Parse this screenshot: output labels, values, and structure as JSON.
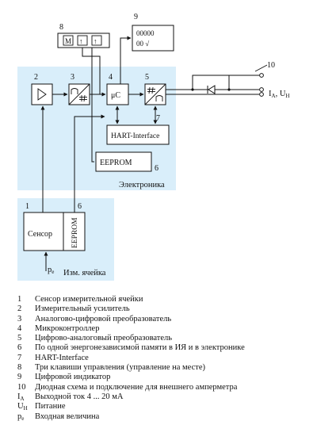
{
  "colors": {
    "panel": "#d9eefa",
    "box": "#ffffff",
    "stroke": "#111111"
  },
  "blocks": {
    "amplifier": {
      "number": "2"
    },
    "adc": {
      "number": "3"
    },
    "mcu": {
      "number": "4",
      "label": "μC"
    },
    "dac": {
      "number": "5"
    },
    "hart": {
      "number": "7",
      "label": "HART-Interface"
    },
    "eeprom_electronics": {
      "number": "6",
      "label": "EEPROM"
    },
    "keys": {
      "number": "8",
      "key1": "M",
      "key2": "↑",
      "key3": "↑"
    },
    "display": {
      "number": "9",
      "line1": "00000",
      "line2": "00 √"
    },
    "diode_circuit": {
      "number": "10"
    },
    "sensor": {
      "number": "1",
      "label": "Сенсор"
    },
    "eeprom_cell": {
      "number": "6",
      "label": "EEPROM"
    }
  },
  "panels": {
    "electronics_label": "Электроника",
    "cell_label": "Изм. ячейка"
  },
  "signals": {
    "output_main": "I",
    "output_sub_a": "A",
    "output_sep": ", U",
    "output_sub_h": "H",
    "input_main": "p",
    "input_sub": "e"
  },
  "legend": [
    {
      "num": "1",
      "text": "Сенсор измерительной ячейки"
    },
    {
      "num": "2",
      "text": "Измерительный усилитель"
    },
    {
      "num": "3",
      "text": "Аналогово-цифровой преобразователь"
    },
    {
      "num": "4",
      "text": "Микроконтроллер"
    },
    {
      "num": "5",
      "text": "Цифрово-аналоговый преобразователь"
    },
    {
      "num": "6",
      "text": "По одной энергонезависимой памяти в ИЯ и в электронике"
    },
    {
      "num": "7",
      "text": "HART-Interface"
    },
    {
      "num": "8",
      "text": "Три клавиши управления (управление на месте)"
    },
    {
      "num": "9",
      "text": "Цифровой индикатор"
    },
    {
      "num": "10",
      "text": "Диодная схема и подключение для внешнего амперметра"
    },
    {
      "num_main": "I",
      "num_sub": "A",
      "text": "Выходной ток 4 ... 20 мА"
    },
    {
      "num_main": "U",
      "num_sub": "H",
      "text": "Питание"
    },
    {
      "num_main": "p",
      "num_sub": "e",
      "text": "Входная величина"
    }
  ]
}
